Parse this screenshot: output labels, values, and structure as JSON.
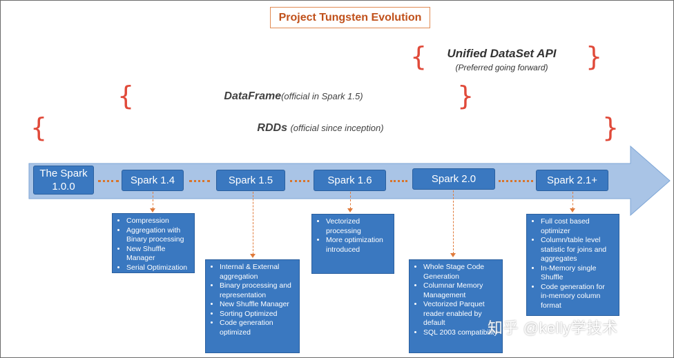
{
  "title": "Project Tungsten Evolution",
  "api": {
    "name": "Unified DataSet API",
    "note": "(Preferred going forward)"
  },
  "dataframe": {
    "name": "DataFrame",
    "note": "(official in Spark 1.5)"
  },
  "rdds": {
    "name": "RDDs",
    "note": "(official since inception)"
  },
  "versions": [
    {
      "label": "The Spark 1.0.0"
    },
    {
      "label": "Spark 1.4"
    },
    {
      "label": "Spark 1.5"
    },
    {
      "label": "Spark 1.6"
    },
    {
      "label": "Spark 2.0"
    },
    {
      "label": "Spark 2.1+"
    }
  ],
  "features": {
    "spark_1_4": [
      "Compression",
      "Aggregation with Binary processing",
      "New Shuffle Manager",
      "Serial Optimization"
    ],
    "spark_1_5": [
      "Internal & External aggregation",
      "Binary processing and representation",
      "New Shuffle Manager",
      "Sorting Optimized",
      "Code generation optimized"
    ],
    "spark_1_6": [
      "Vectorized processing",
      "More optimization introduced"
    ],
    "spark_2_0": [
      "Whole Stage Code Generation",
      "Columnar Memory Management",
      "Vectorized Parquet reader enabled by default",
      "SQL 2003 compatibility"
    ],
    "spark_2_1": [
      "Full cost based optimizer",
      "Column/table level statistic for joins and aggregates",
      "In-Memory single Shuffle",
      "Code generation for in-memory column format"
    ]
  },
  "watermark": "知乎 @kelly学技术",
  "colors": {
    "arrow_fill": "#a9c4e6",
    "box_fill": "#3a78c0",
    "accent": "#c0501a",
    "brace": "#e04a3a"
  }
}
